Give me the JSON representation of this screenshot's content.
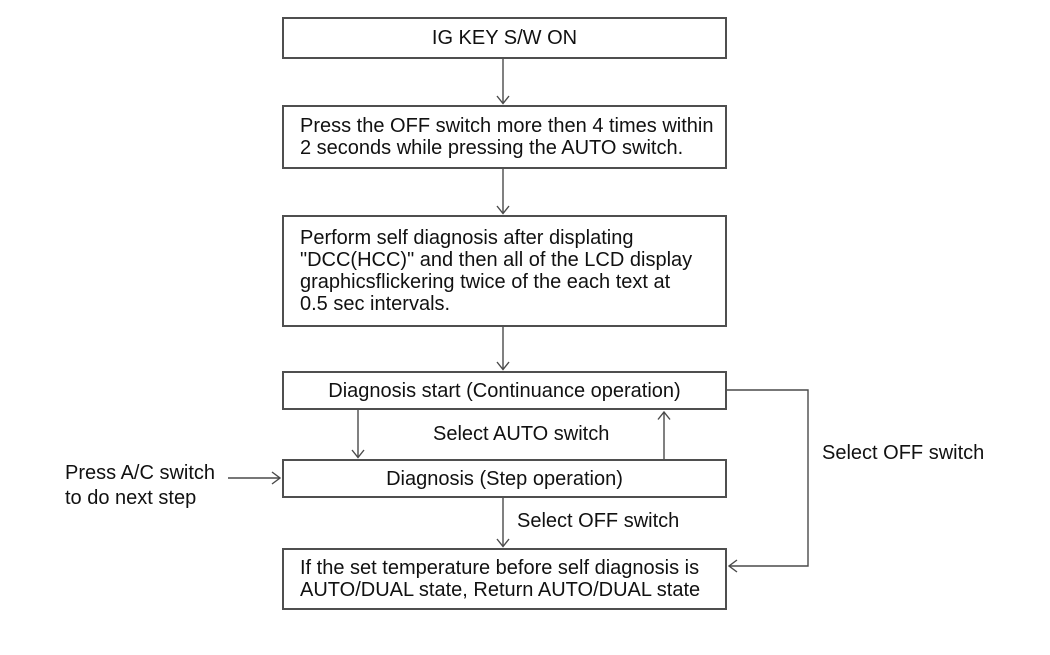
{
  "diagram": {
    "nodes": [
      {
        "id": "ig-key-sw-on",
        "text": "IG KEY S/W ON"
      },
      {
        "id": "press-off-switch",
        "text": "Press the OFF switch more then 4 times within\n2 seconds while pressing the AUTO switch."
      },
      {
        "id": "perform-self-diagnosis",
        "text": "Perform self diagnosis after displating\n\"DCC(HCC)\" and then all of the LCD display\ngraphicsflickering twice of the each text at\n0.5 sec intervals."
      },
      {
        "id": "diagnosis-start",
        "text": "Diagnosis start (Continuance operation)"
      },
      {
        "id": "diagnosis-step",
        "text": "Diagnosis (Step operation)"
      },
      {
        "id": "return-auto-dual",
        "text": "If the set temperature before self diagnosis is\nAUTO/DUAL state, Return AUTO/DUAL state"
      }
    ],
    "edge_labels": {
      "select_auto": "Select AUTO switch",
      "select_off_step": "Select OFF switch",
      "select_off_loop": "Select OFF switch",
      "press_ac": "Press A/C switch\nto do next step"
    },
    "colors": {
      "line": "#4a4a4a",
      "border": "#4f4f4f",
      "text": "#111111",
      "background": "#ffffff"
    }
  }
}
